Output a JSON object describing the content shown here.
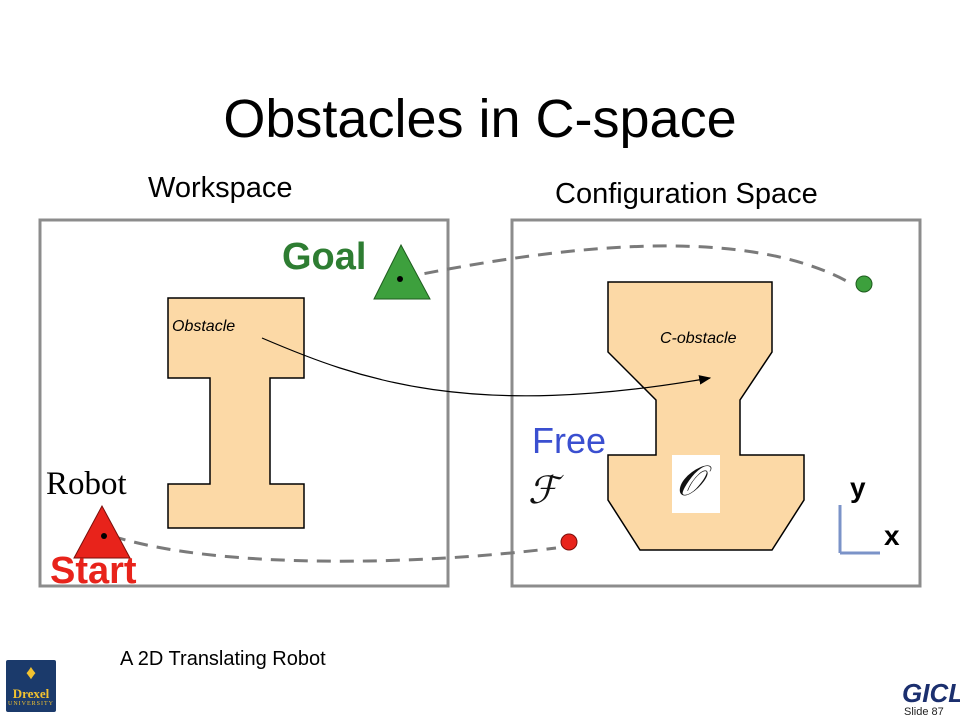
{
  "slide": {
    "title": "Obstacles in C-space",
    "caption": "A 2D Translating Robot",
    "slide_number": "Slide 87"
  },
  "workspace": {
    "label": "Workspace",
    "obstacle_label": "Obstacle",
    "robot_label": "Robot",
    "goal_label": "Goal",
    "start_label": "Start"
  },
  "cspace": {
    "label": "Configuration Space",
    "cobstacle_label": "C-obstacle",
    "free_label": "Free",
    "free_symbol": "ℱ",
    "obstacle_symbol": "𝒪",
    "axis_x": "x",
    "axis_y": "y"
  },
  "logos": {
    "drexel_name": "Drexel",
    "drexel_sub": "UNIVERSITY",
    "gicl": "GICL"
  },
  "colors": {
    "obstacle_fill": "#fcd9a6",
    "frame": "#8c8c8c",
    "goal": "#3da03d",
    "start": "#e8231b",
    "path": "#7a7a7a",
    "free_text": "#3a4fd0"
  }
}
